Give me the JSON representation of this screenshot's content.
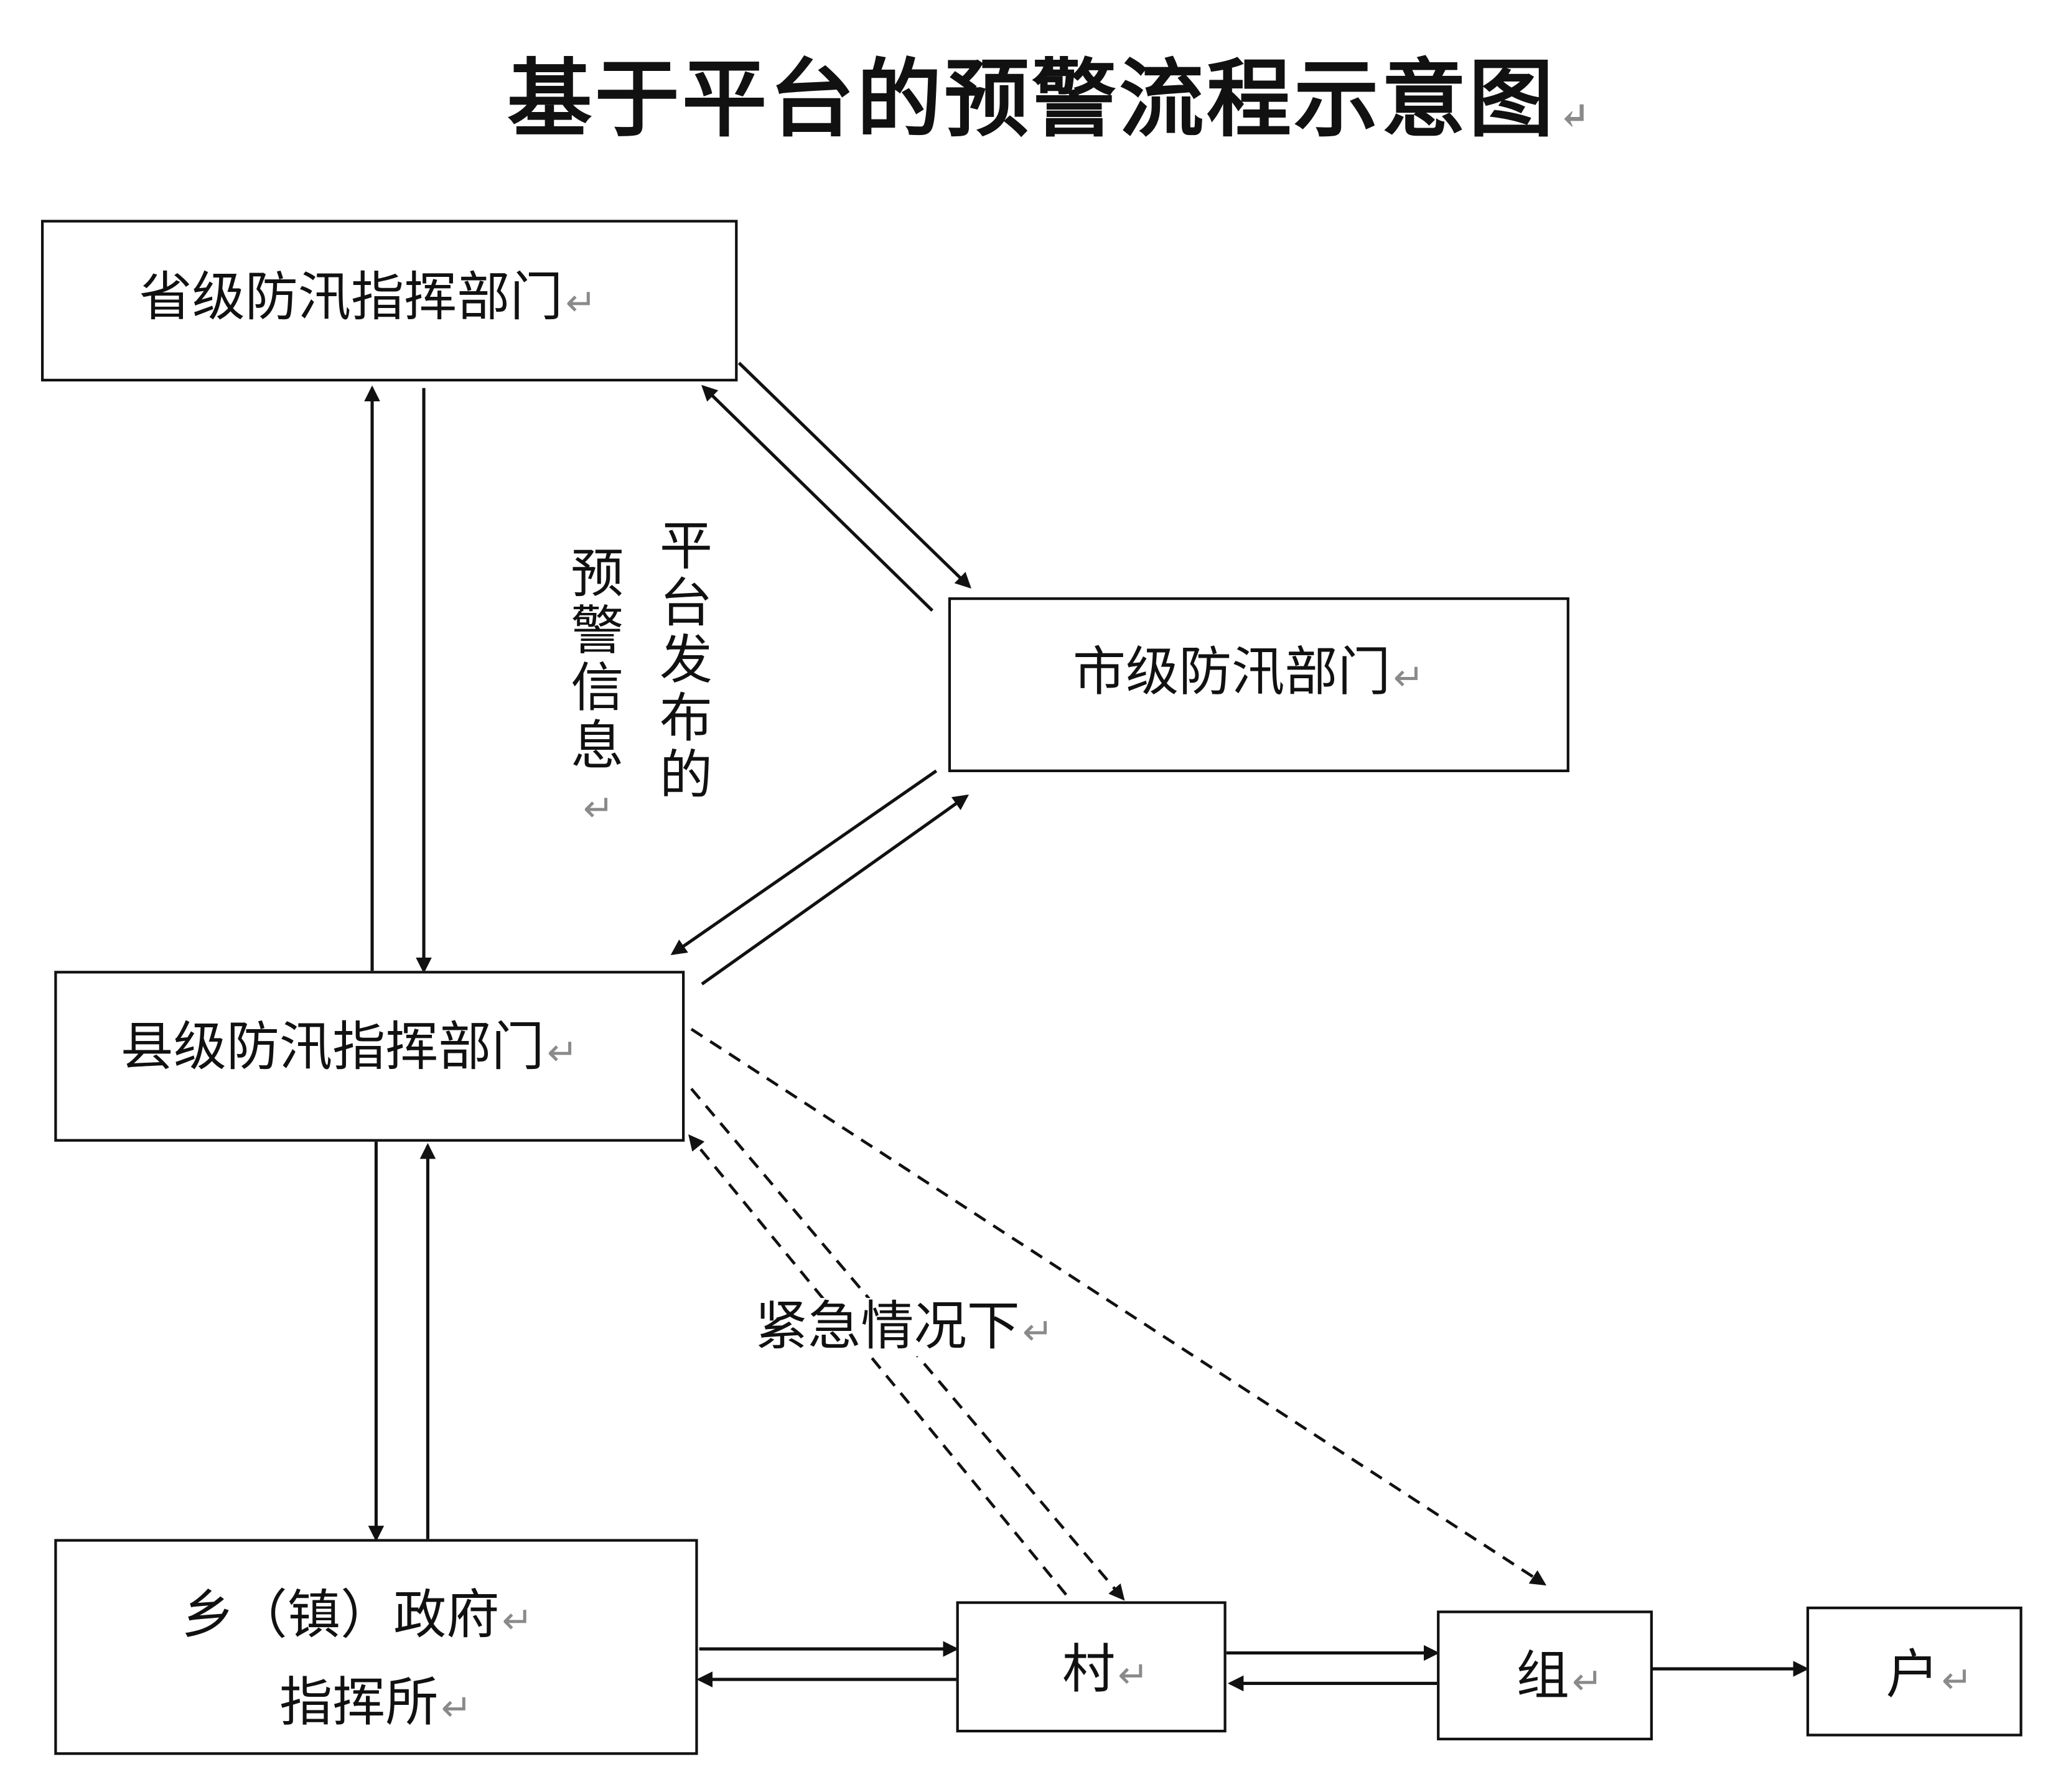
{
  "title": "基于平台的预警流程示意图",
  "paragraph_mark": "↵",
  "nodes": {
    "province": "省级防汛指挥部门",
    "city": "市级防汛部门",
    "county": "县级防汛指挥部门",
    "township_line1": "乡（镇）政府",
    "township_line2": "指挥所",
    "village": "村",
    "group": "组",
    "household": "户"
  },
  "labels": {
    "platform_line1": "平台发布的",
    "platform_line2": "预警信息",
    "emergency": "紧急情况下"
  },
  "edges": [
    {
      "from": "province",
      "to": "county",
      "style": "solid"
    },
    {
      "from": "county",
      "to": "province",
      "style": "solid"
    },
    {
      "from": "province",
      "to": "city",
      "style": "solid"
    },
    {
      "from": "city",
      "to": "province",
      "style": "solid"
    },
    {
      "from": "city",
      "to": "county",
      "style": "solid"
    },
    {
      "from": "county",
      "to": "city",
      "style": "solid"
    },
    {
      "from": "county",
      "to": "township",
      "style": "solid"
    },
    {
      "from": "township",
      "to": "county",
      "style": "solid"
    },
    {
      "from": "township",
      "to": "village",
      "style": "solid"
    },
    {
      "from": "village",
      "to": "township",
      "style": "solid"
    },
    {
      "from": "village",
      "to": "group",
      "style": "solid"
    },
    {
      "from": "group",
      "to": "village",
      "style": "solid"
    },
    {
      "from": "group",
      "to": "household",
      "style": "solid"
    },
    {
      "from": "county",
      "to": "village",
      "style": "dashed",
      "label": "紧急情况下"
    },
    {
      "from": "village",
      "to": "county",
      "style": "dashed"
    },
    {
      "from": "county",
      "to": "group",
      "style": "dashed"
    }
  ]
}
